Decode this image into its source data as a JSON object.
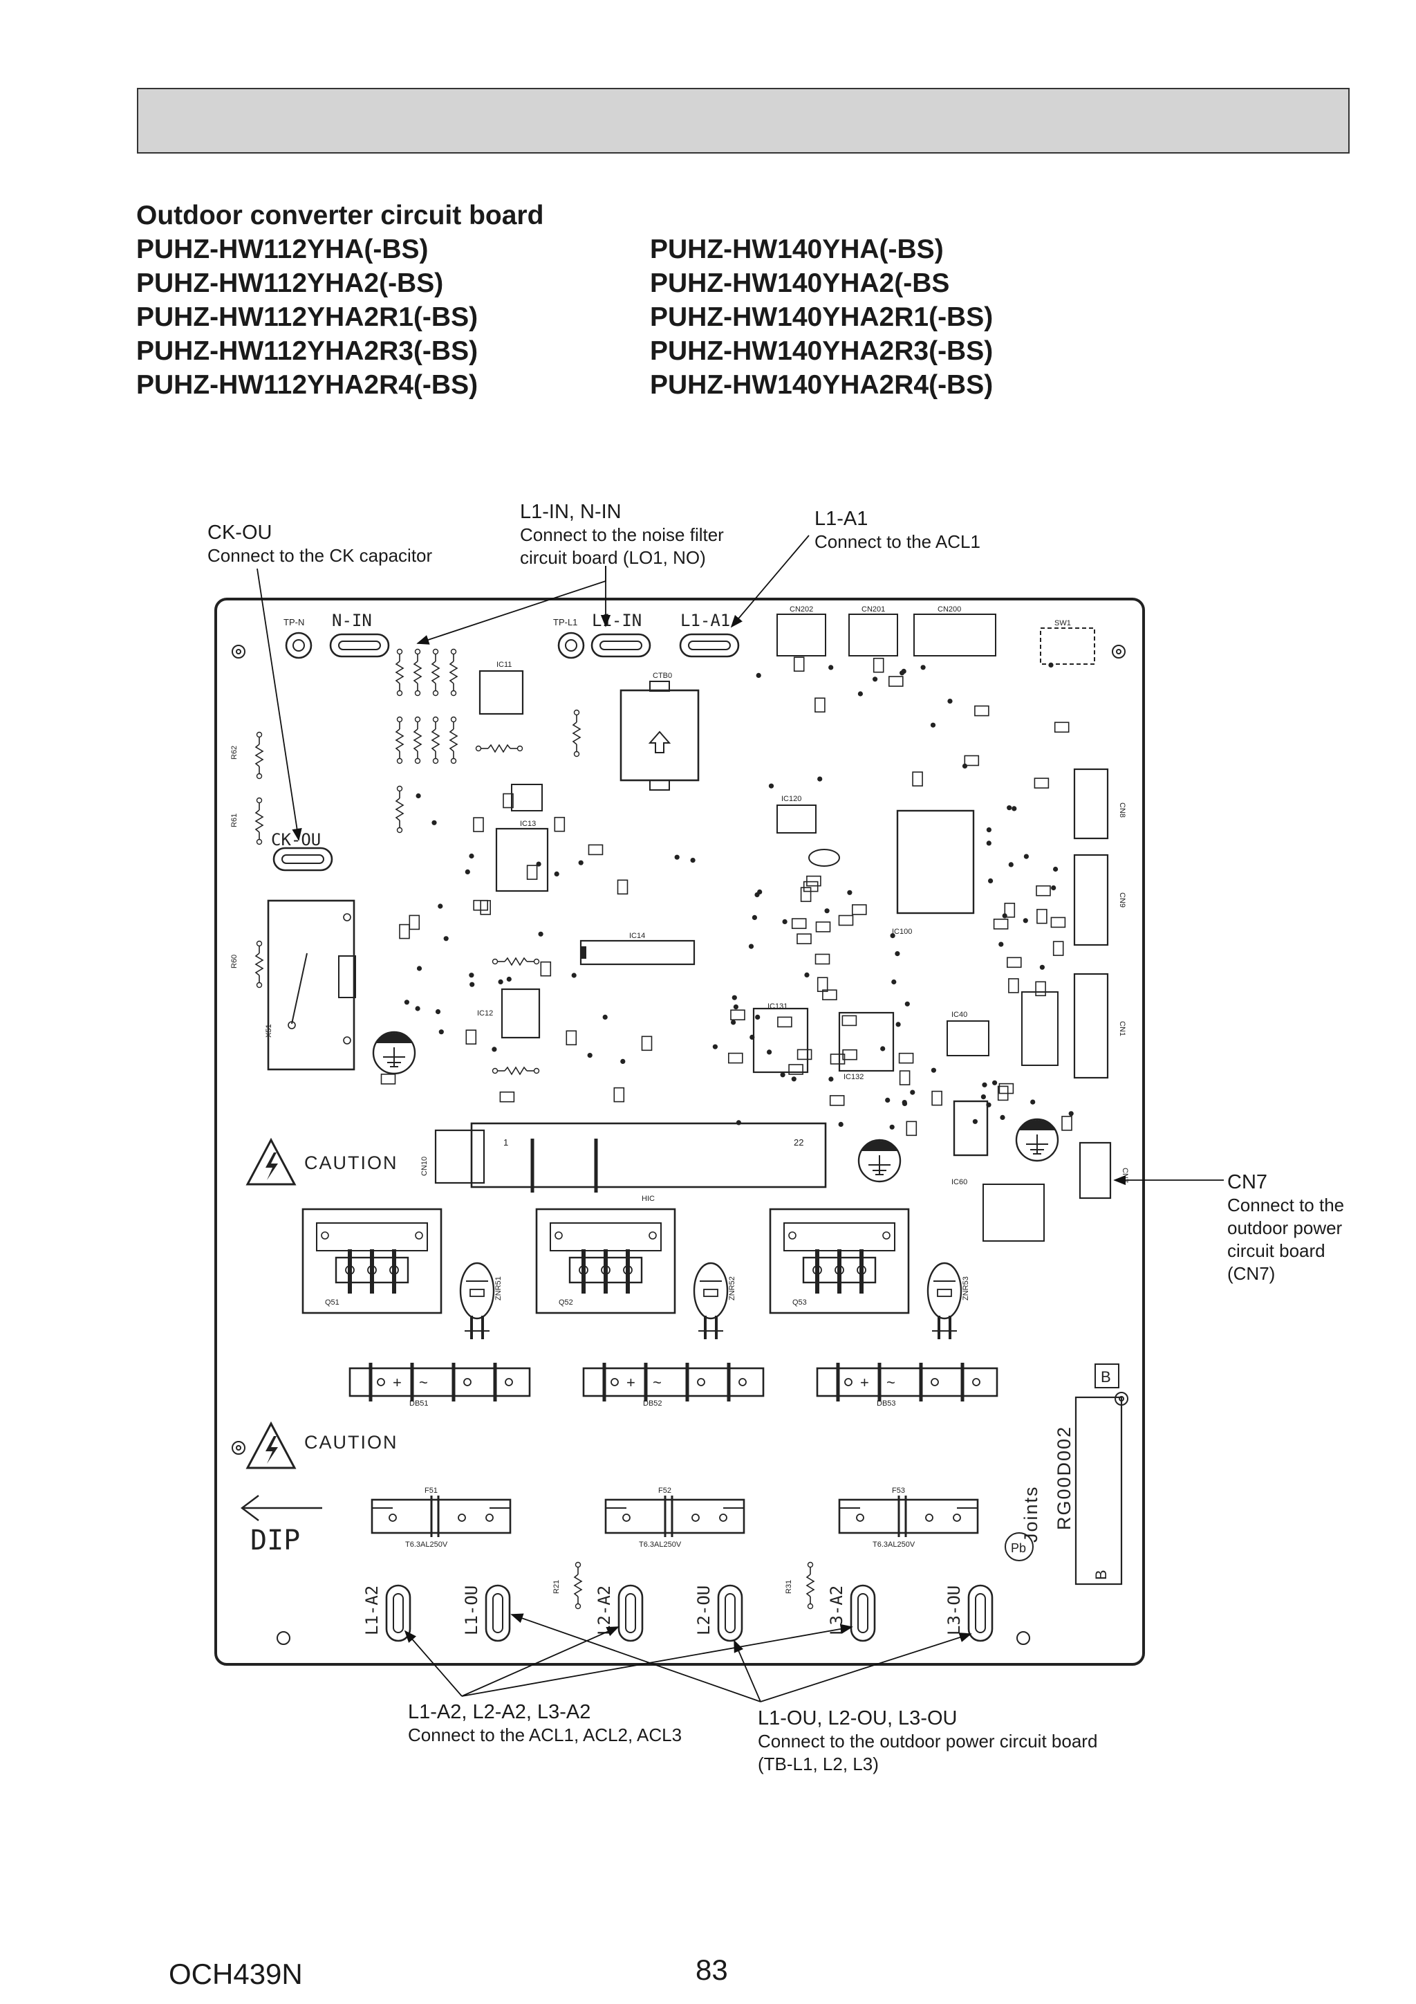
{
  "header": {
    "bar_label": ""
  },
  "title": "Outdoor converter circuit board",
  "models_left": [
    "PUHZ-HW112YHA(-BS)",
    "PUHZ-HW112YHA2(-BS)",
    "PUHZ-HW112YHA2R1(-BS)",
    "PUHZ-HW112YHA2R3(-BS)",
    "PUHZ-HW112YHA2R4(-BS)"
  ],
  "models_right": [
    "PUHZ-HW140YHA(-BS)",
    "PUHZ-HW140YHA2(-BS",
    "PUHZ-HW140YHA2R1(-BS)",
    "PUHZ-HW140YHA2R3(-BS)",
    "PUHZ-HW140YHA2R4(-BS)"
  ],
  "callouts": {
    "ck_ou": {
      "title": "CK-OU",
      "desc": [
        "Connect to the CK capacitor"
      ]
    },
    "l1_in_n_in": {
      "title": "L1-IN, N-IN",
      "desc": [
        "Connect to the noise filter",
        "circuit board (LO1, NO)"
      ]
    },
    "l1_a1": {
      "title": "L1-A1",
      "desc": [
        "Connect to the ACL1"
      ]
    },
    "cn7": {
      "title": "CN7",
      "desc": [
        "Connect to the",
        "outdoor power",
        "circuit board",
        "(CN7)"
      ]
    },
    "a2": {
      "title": "L1-A2, L2-A2, L3-A2",
      "desc": [
        "Connect to the ACL1, ACL2, ACL3"
      ]
    },
    "ou": {
      "title": "L1-OU, L2-OU, L3-OU",
      "desc": [
        "Connect to the outdoor power circuit board",
        "(TB-L1, L2, L3)"
      ]
    }
  },
  "board": {
    "tp_n": "TP-N",
    "n_in": "N-IN",
    "tp_l1": "TP-L1",
    "l1_in": "L1-IN",
    "l1_a1": "L1-A1",
    "ck_ou": "CK-OU",
    "cn202": "CN202",
    "cn201": "CN201",
    "cn200": "CN200",
    "sw1": "SW1",
    "ctb0": "CTB0",
    "ic11": "IC11",
    "ic13": "IC13",
    "ic14": "IC14",
    "ic12": "IC12",
    "ic100": "IC100",
    "ic120": "IC120",
    "ic131": "IC131",
    "ic132": "IC132",
    "ic40": "IC40",
    "ic60": "IC60",
    "hic": "HIC",
    "cn10": "CN10",
    "cn7": "CN7",
    "cn8": "CN8",
    "cn9": "CN9",
    "cn1": "CN1",
    "x51": "X51",
    "r60": "R60",
    "r61": "R61",
    "r62": "R62",
    "caution": "CAUTION",
    "q51": "Q51",
    "q52": "Q52",
    "q53": "Q53",
    "znr51": "ZNR51",
    "znr52": "ZNR52",
    "znr53": "ZNR53",
    "db51": "DB51",
    "db52": "DB52",
    "db53": "DB53",
    "f51": "F51",
    "f52": "F52",
    "f53": "F53",
    "fuse_rating": "T6.3AL250V",
    "dip": "DIP",
    "joints": "Joints",
    "pb": "Pb",
    "part_no": "RG00D002",
    "b": "B",
    "l1_a2": "L1-A2",
    "l1_ou": "L1-OU",
    "l2_a2": "L2-A2",
    "l2_ou": "L2-OU",
    "l3_a2": "L3-A2",
    "l3_ou": "L3-OU",
    "r21": "R21",
    "r31": "R31",
    "cn10_1": "1",
    "cn10_22": "22"
  },
  "footer": {
    "doc_code": "OCH439N",
    "page": "83"
  }
}
